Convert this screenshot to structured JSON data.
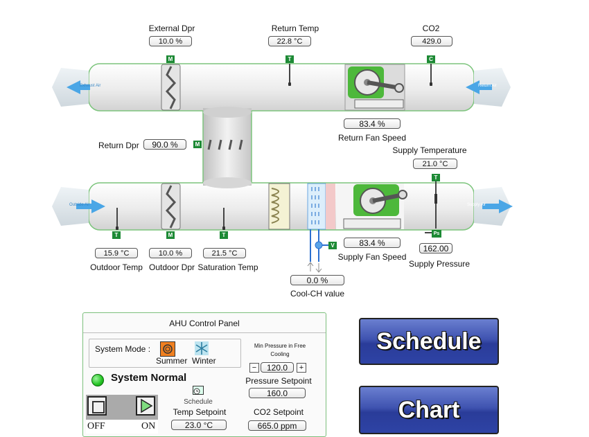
{
  "sensors": {
    "external_dpr": {
      "label": "External Dpr",
      "value": "10.0 %",
      "tag": "M"
    },
    "return_temp": {
      "label": "Return Temp",
      "value": "22.8 °C",
      "tag": "T"
    },
    "co2": {
      "label": "CO2",
      "value": "429.0",
      "tag": "C"
    },
    "return_fan_speed": {
      "label": "Return Fan Speed",
      "value": "83.4 %"
    },
    "return_dpr": {
      "label": "Return Dpr",
      "value": "90.0 %",
      "tag": "M"
    },
    "supply_temperature": {
      "label": "Supply Temperature",
      "value": "21.0 °C",
      "tag": "T"
    },
    "outdoor_temp": {
      "label": "Outdoor Temp",
      "value": "15.9 °C",
      "tag": "T"
    },
    "outdoor_dpr": {
      "label": "Outdoor Dpr",
      "value": "10.0 %",
      "tag": "M"
    },
    "saturation_temp": {
      "label": "Saturation Temp",
      "value": "21.5 °C",
      "tag": "T"
    },
    "supply_fan_speed": {
      "label": "Supply Fan Speed",
      "value": "83.4 %"
    },
    "supply_pressure": {
      "label": "Supply Pressure",
      "value": "162.00",
      "tag": "Ps"
    },
    "cool_ch": {
      "label": "Cool-CH value",
      "value": "0.0 %",
      "tag": "V"
    }
  },
  "arrows": {
    "exhaust": "Exhaust Air",
    "return": "Return Air",
    "outside": "Outside Air",
    "supply": "Supply Air"
  },
  "panel": {
    "title": "AHU Control Panel",
    "system_mode_label": "System Mode :",
    "summer_label": "Summer",
    "winter_label": "Winter",
    "status_text": "System Normal",
    "status_color": "#22c322",
    "min_pressure_label": "Min Pressure in Free Cooling",
    "min_pressure_value": "120.0",
    "minus": "−",
    "plus": "+",
    "pressure_setpoint_label": "Pressure Setpoint",
    "pressure_setpoint_value": "160.0",
    "schedule_label": "Schedule",
    "temp_setpoint_label": "Temp Setpoint",
    "temp_setpoint_value": "23.0 °C",
    "co2_setpoint_label": "CO2 Setpoint",
    "co2_setpoint_value": "665.0 ppm",
    "off_label": "OFF",
    "on_label": "ON"
  },
  "buttons": {
    "schedule": "Schedule",
    "chart": "Chart"
  },
  "colors": {
    "duct_outline": "#7cc47c",
    "tag_green": "#1d8a35",
    "fan_green": "#4db83b",
    "button_blue": "#3f53b0",
    "summer_orange": "#f08020",
    "arrow_blue": "#4aa6e6"
  }
}
